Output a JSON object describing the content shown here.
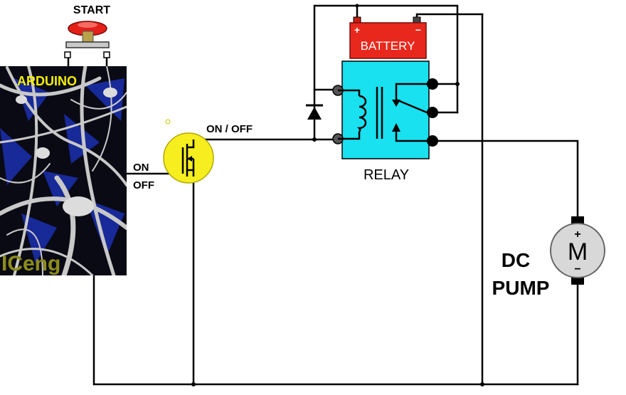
{
  "labels": {
    "start": "START",
    "arduino": "ARDUINO",
    "brand": "ICeng",
    "on": "ON",
    "off": "OFF",
    "on_off": "ON / OFF",
    "battery": "BATTERY",
    "battery_plus": "+",
    "battery_minus": "−",
    "relay": "RELAY",
    "dc": "DC",
    "pump": "PUMP",
    "motor_symbol": "M",
    "motor_plus": "+",
    "motor_minus": "−"
  },
  "colors": {
    "battery": "#e8281c",
    "relay": "#19e1f0",
    "transistor": "#f7ee1f",
    "button_cap": "#e32119",
    "button_stem": "#b8a24a",
    "arduino_title": "#f5f000",
    "brand": "#8c8c1c",
    "motor": "#d8d8d8",
    "wire": "#000000"
  }
}
